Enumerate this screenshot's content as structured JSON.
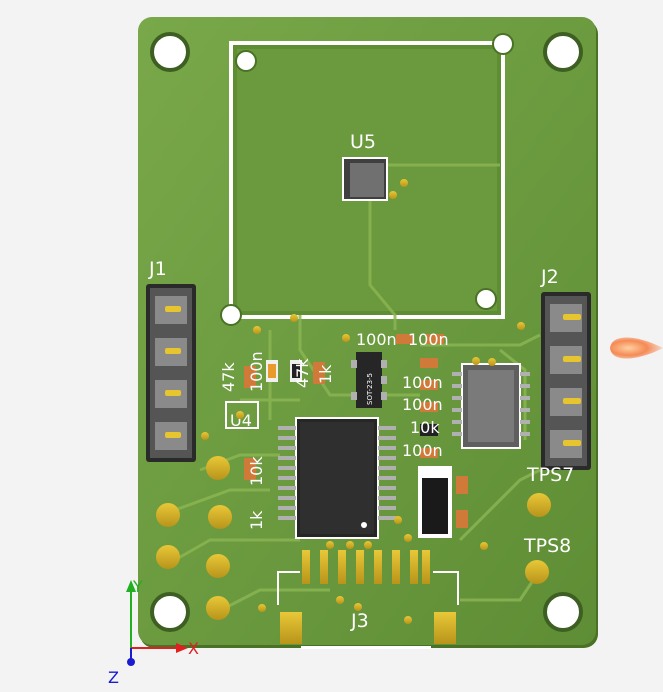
{
  "board": {
    "colors": {
      "pcb": "#6b9a40",
      "pcb_dark": "#4f7a2c",
      "trace": "#8bb552",
      "silkscreen": "#ffffff",
      "pad_gold": "#d4b020",
      "ic_body": "#2b2b2b",
      "module_body": "#6f6f6f",
      "header_black": "#1c1c1c",
      "resistor": "#c86a2a"
    }
  },
  "labels": {
    "u5": "U5",
    "j1": "J1",
    "j2": "J2",
    "j3": "J3",
    "u4": "U4",
    "tps7": "TPS7",
    "tps8": "TPS8",
    "sot_marking": "SOT-23-5",
    "r_47k_a": "47k",
    "r_100n_a": "100n",
    "r_47k_b": "47k",
    "r_1k_a": "1k",
    "c_100n_b": "100n",
    "c_100n_c": "100n",
    "c_100n_d": "100n",
    "c_100n_e": "100n",
    "r_10k": "10k",
    "c_100n_f": "100n",
    "r_1k_b": "1k",
    "r_10k_b": "10k"
  },
  "axes": {
    "x": "X",
    "y": "Y",
    "z": "Z",
    "x_color": "#e02020",
    "y_color": "#20b020",
    "z_color": "#1a1ad0"
  },
  "marker": {
    "color": "#f07a55"
  }
}
